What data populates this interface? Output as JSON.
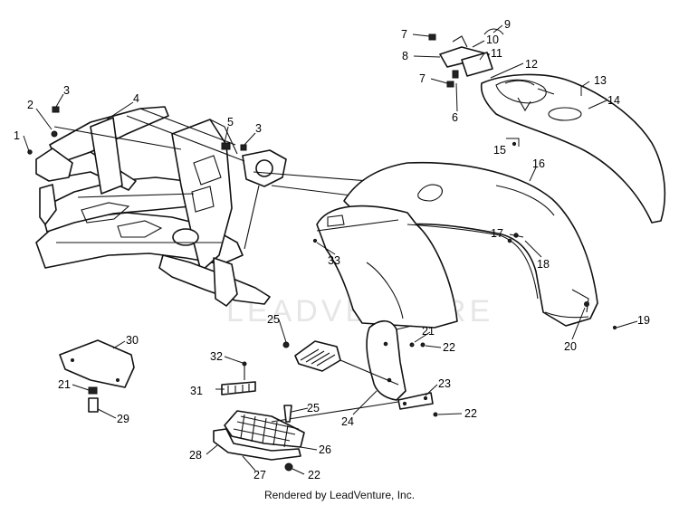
{
  "footer": {
    "credit": "Rendered by LeadVenture, Inc."
  },
  "watermark": {
    "text": "LEADVENTURE"
  },
  "callouts": [
    "1",
    "2",
    "3",
    "3",
    "4",
    "5",
    "6",
    "7",
    "7",
    "8",
    "9",
    "10",
    "11",
    "12",
    "13",
    "14",
    "15",
    "16",
    "17",
    "18",
    "19",
    "20",
    "21",
    "21",
    "22",
    "22",
    "22",
    "22",
    "23",
    "24",
    "25",
    "25",
    "26",
    "27",
    "28",
    "29",
    "30",
    "31",
    "32",
    "33"
  ]
}
